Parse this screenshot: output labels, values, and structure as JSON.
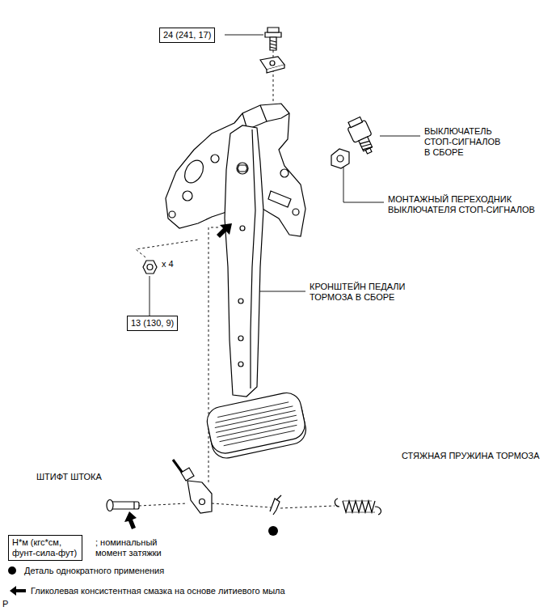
{
  "diagram": {
    "nodes": [
      {
        "text": [
          "24 (241, 17)"
        ]
      },
      {
        "text": [
          "13 (130, 9)"
        ]
      },
      {
        "text": [
          "Н*м (кгс*см, фунт-сила-фут)"
        ]
      }
    ],
    "labels": [
      "ВЫКЛЮЧАТЕЛЬ СТОП-СИГНАЛОВ В СБОРЕ",
      "МОНТАЖНЫЙ ПЕРЕХОДНИК ВЫКЛЮЧАТЕЛЯ СТОП-СИГНАЛОВ",
      "x 4",
      "КРОНШТЕЙН ПЕДАЛИ ТОРМОЗА В СБОРЕ",
      "ШТИФТ ШТОКА",
      "СТЯЖНАЯ ПРУЖИНА ТОРМОЗА",
      "P"
    ],
    "legend": [
      {
        "text": "; номинальный момент затяжки"
      },
      {
        "text": "Деталь однократного применения"
      },
      {
        "text": "Гликолевая консистентная смазка на основе литиевого мыла"
      }
    ]
  }
}
